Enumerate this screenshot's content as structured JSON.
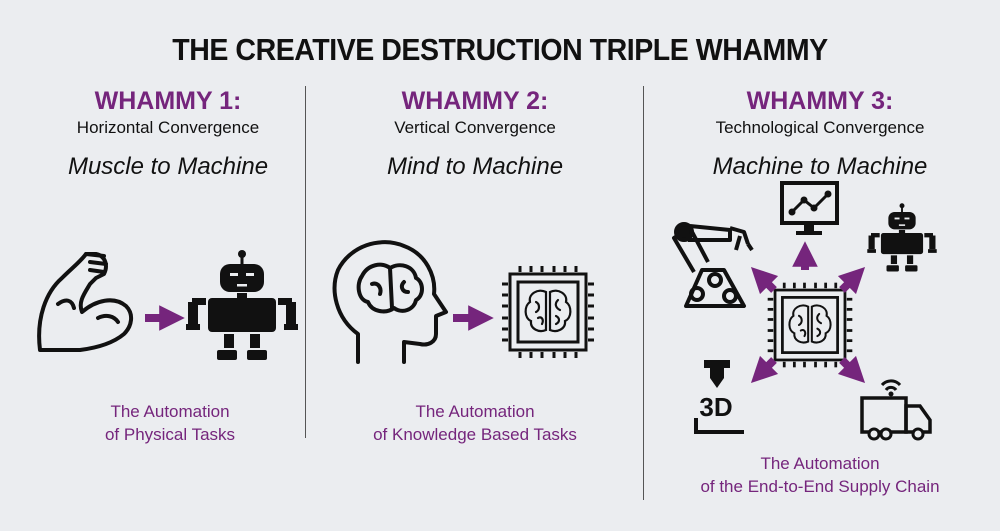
{
  "title": "THE CREATIVE DESTRUCTION TRIPLE WHAMMY",
  "colors": {
    "accent": "#75257c",
    "ink": "#111111",
    "background": "#ebedf0"
  },
  "columns": [
    {
      "heading": "WHAMMY 1:",
      "subheading": "Horizontal Convergence",
      "tagline": "Muscle to Machine",
      "caption_line1": "The Automation",
      "caption_line2": "of Physical Tasks",
      "icons": [
        "flexed-arm-icon",
        "arrow-right-icon",
        "robot-icon"
      ]
    },
    {
      "heading": "WHAMMY 2:",
      "subheading": "Vertical Convergence",
      "tagline": "Mind to Machine",
      "caption_line1": "The Automation",
      "caption_line2": "of Knowledge Based Tasks",
      "icons": [
        "head-brain-icon",
        "arrow-right-icon",
        "brain-chip-icon"
      ]
    },
    {
      "heading": "WHAMMY 3:",
      "subheading": "Technological Convergence",
      "tagline": "Machine to Machine",
      "caption_line1": "The Automation",
      "caption_line2": "of the End-to-End Supply Chain",
      "icons": [
        "brain-chip-icon",
        "robotic-arm-icon",
        "monitor-chart-icon",
        "robot-icon",
        "3d-printer-icon",
        "connected-truck-icon"
      ],
      "printer_label": "3D"
    }
  ]
}
